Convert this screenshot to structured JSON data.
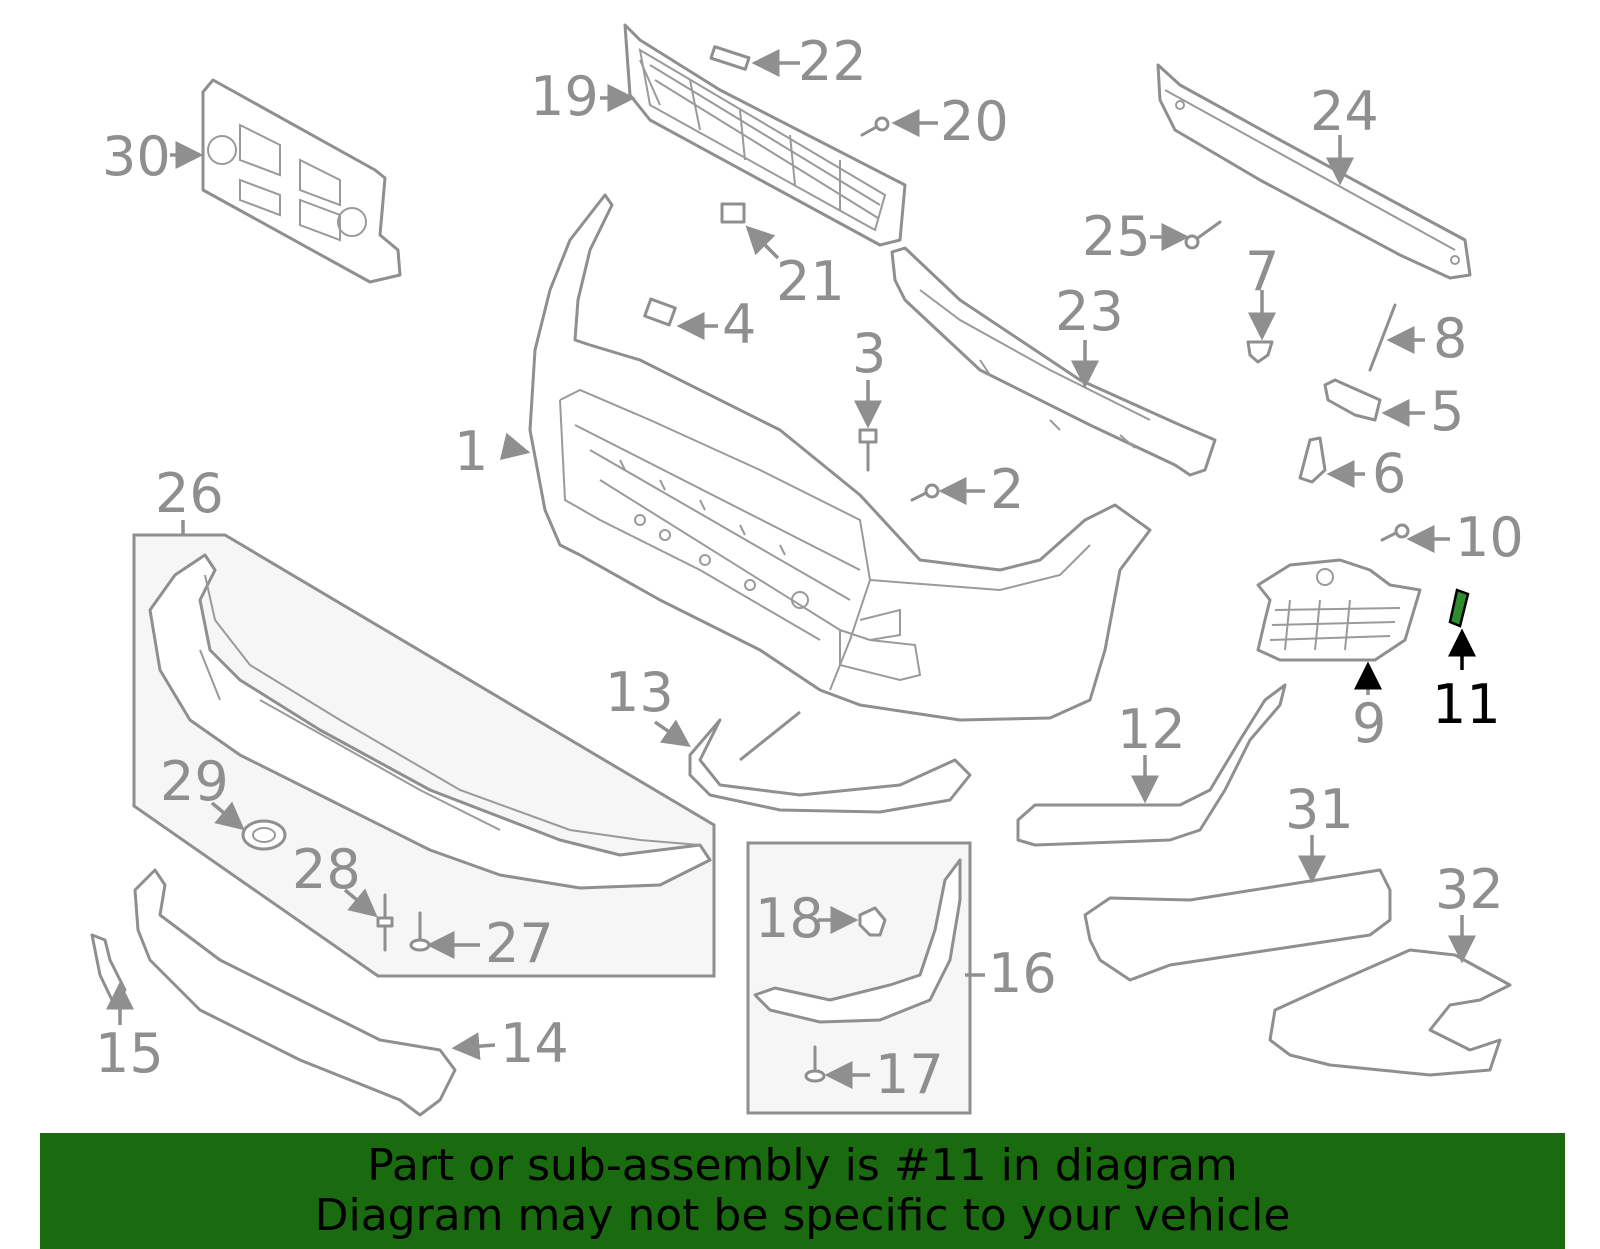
{
  "callouts": {
    "c1": "1",
    "c2": "2",
    "c3": "3",
    "c4": "4",
    "c5": "5",
    "c6": "6",
    "c7": "7",
    "c8": "8",
    "c9": "9",
    "c10": "10",
    "c11": "11",
    "c12": "12",
    "c13": "13",
    "c14": "14",
    "c15": "15",
    "c16": "16",
    "c17": "17",
    "c18": "18",
    "c19": "19",
    "c20": "20",
    "c21": "21",
    "c22": "22",
    "c23": "23",
    "c24": "24",
    "c25": "25",
    "c26": "26",
    "c27": "27",
    "c28": "28",
    "c29": "29",
    "c30": "30",
    "c31": "31",
    "c32": "32"
  },
  "highlight": {
    "part": "11",
    "color": "#2e8b2e"
  },
  "colors": {
    "line": "#8f8f8f",
    "banner": "#1a6b10"
  },
  "banner": {
    "line1": "Part or sub-assembly is #11 in diagram",
    "line2": "Diagram may not be specific to your vehicle"
  }
}
